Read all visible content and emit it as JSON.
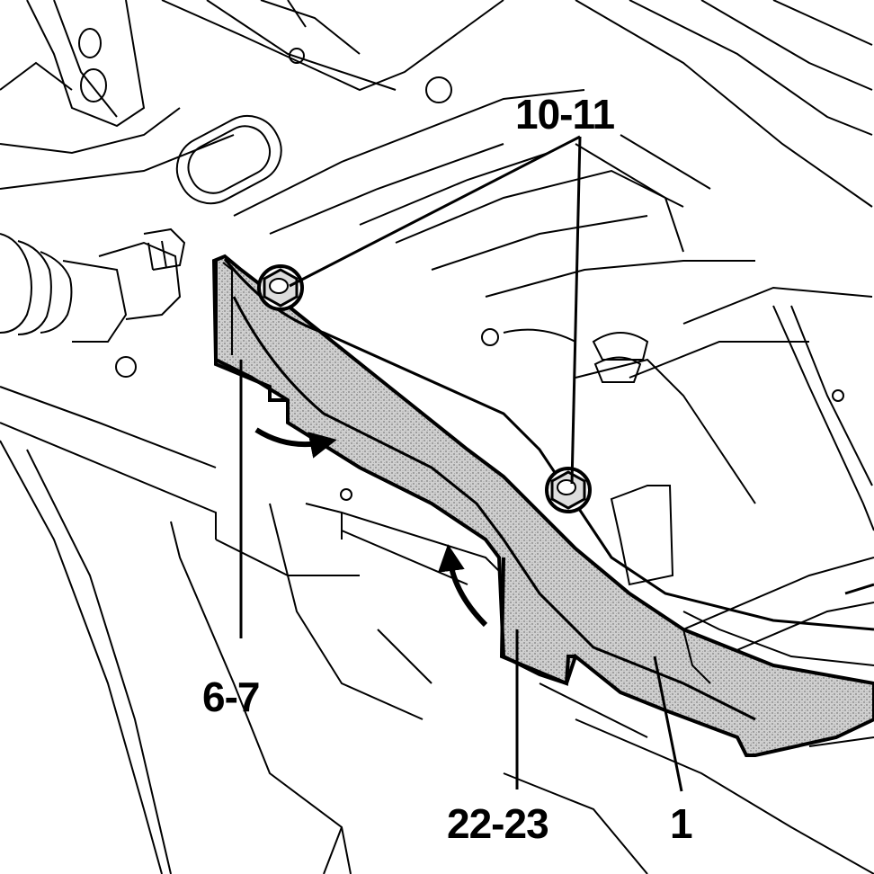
{
  "figure": {
    "callouts": {
      "bolts": "10-11",
      "left_plate": "6-7",
      "right_plate": "22-23",
      "bracket": "1"
    }
  }
}
